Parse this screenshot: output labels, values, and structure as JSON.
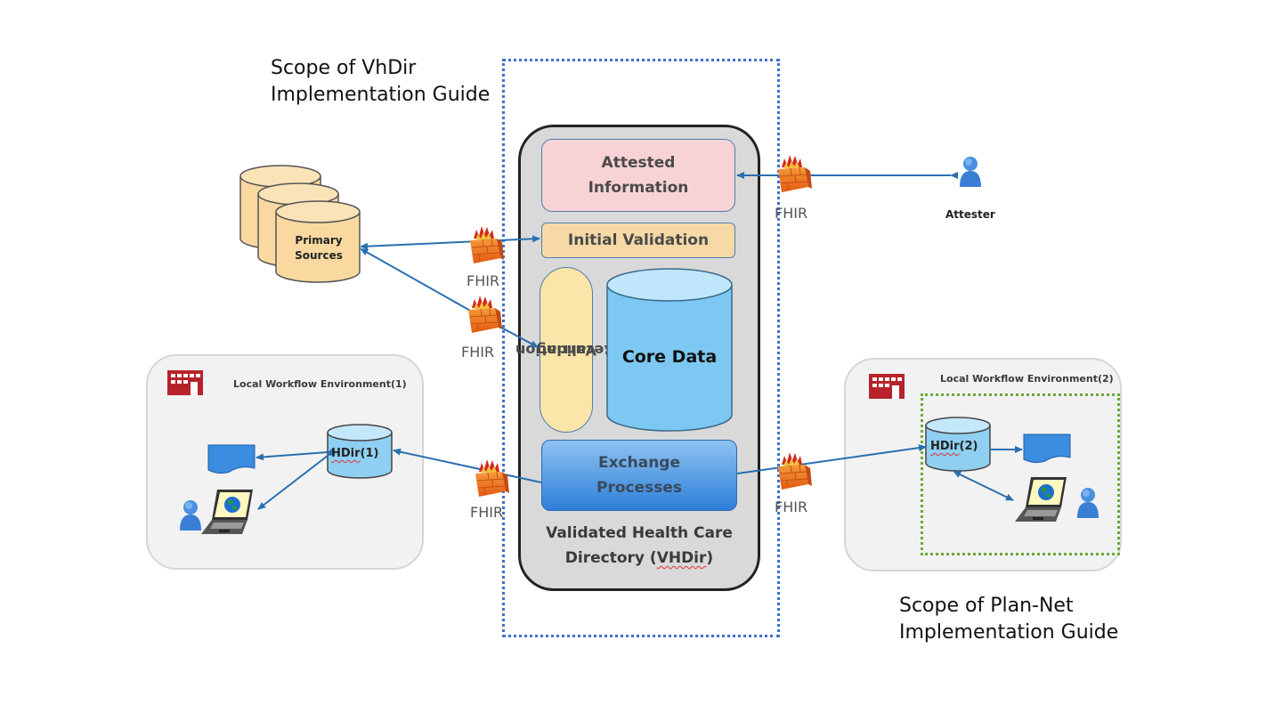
{
  "scopes": {
    "vhdir": {
      "line1": "Scope of VhDir",
      "line2": "Implementation Guide",
      "color": "#3f6fd0"
    },
    "plannet": {
      "line1": "Scope of Plan-Net",
      "line2": "Implementation Guide",
      "color": "#6aaa3a"
    }
  },
  "primary_sources": {
    "line1": "Primary",
    "line2": "Sources"
  },
  "vhdir": {
    "attested": {
      "line1": "Attested",
      "line2": "Information"
    },
    "initial_validation": "Initial Validation",
    "recurring": {
      "line1": "Recurring",
      "line2": "Validation"
    },
    "core_data": "Core Data",
    "exchange": {
      "line1": "Exchange",
      "line2": "Processes"
    },
    "title": {
      "line1": "Validated Health Care",
      "line2": "Directory (",
      "abbr": "VHDir",
      "close": ")"
    }
  },
  "fhir_labels": [
    "FHIR",
    "FHIR",
    "FHIR",
    "FHIR",
    "FHIR"
  ],
  "attester": "Attester",
  "env1": {
    "label": "Local Workflow Environment(1)",
    "hdir": "HDir",
    "hdir_suffix": "(1)"
  },
  "env2": {
    "label": "Local Workflow Environment(2)",
    "hdir": "HDir",
    "hdir_suffix": "(2)"
  },
  "icons": [
    "database-icon",
    "firewall-icon",
    "person-icon",
    "building-icon",
    "document-icon",
    "laptop-icon"
  ]
}
